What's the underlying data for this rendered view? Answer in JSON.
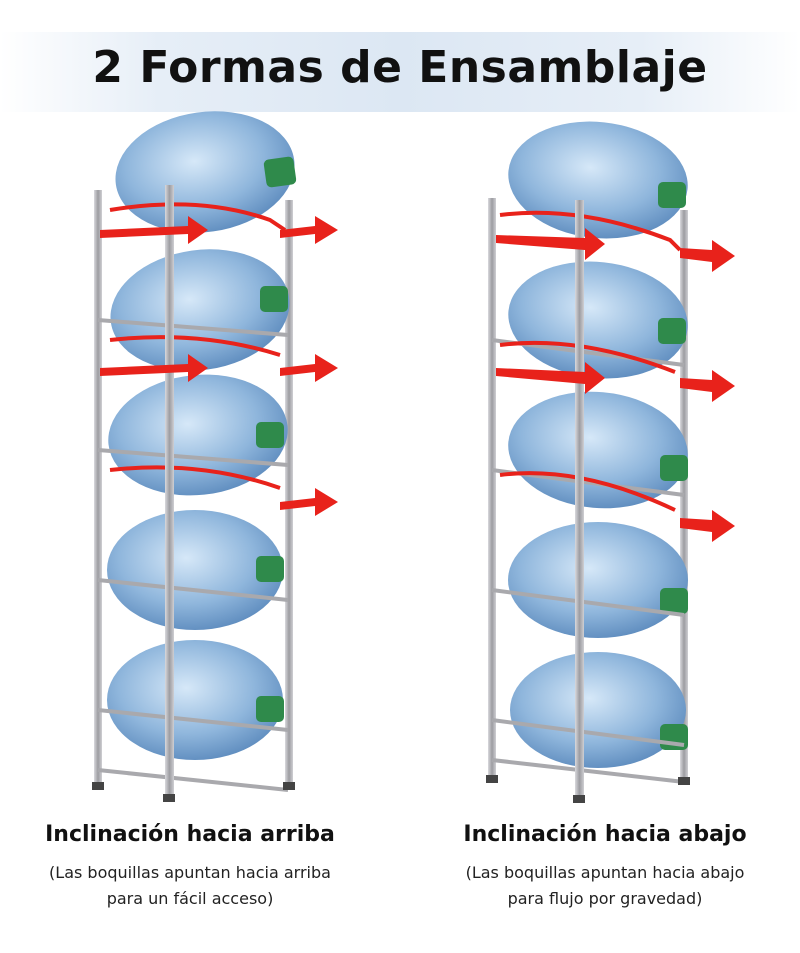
{
  "title": "2 Formas de Ensamblaje",
  "left": {
    "heading": "Inclinación hacia arriba",
    "note_line1": "(Las boquillas apuntan hacia arriba",
    "note_line2": "para un fácil acceso)"
  },
  "right": {
    "heading": "Inclinación hacia abajo",
    "note_line1": "(Las boquillas apuntan hacia abajo",
    "note_line2": "para flujo por gravedad)"
  },
  "colors": {
    "bottle": "#8fb6dc",
    "rack": "#a9a9ad",
    "arrow": "#e8221b",
    "cap": "#2f8a4b"
  }
}
